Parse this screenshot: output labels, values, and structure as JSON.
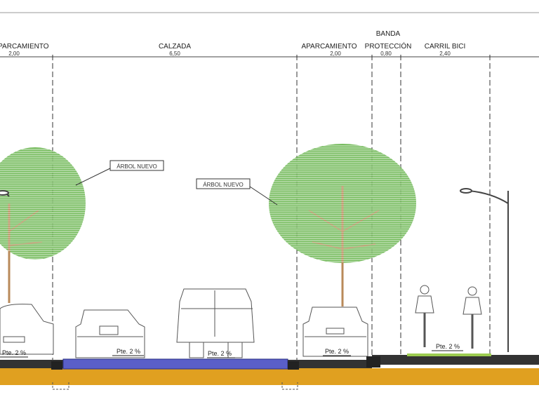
{
  "sections": [
    {
      "name": "APARCAMIENTO",
      "width": "2,00"
    },
    {
      "name": "CALZADA",
      "width": "6,50"
    },
    {
      "name": "APARCAMIENTO",
      "width": "2,00"
    },
    {
      "name_line1": "BANDA",
      "name": "PROTECCIÓN",
      "width": "0,80"
    },
    {
      "name": "CARRIL BICI",
      "width": "2,40"
    }
  ],
  "tree_labels": [
    "ÁRBOL NUEVO",
    "ÁRBOL NUEVO"
  ],
  "slope_labels": [
    "Pte. 2 %",
    "Pte. 2 %",
    "Pte. 2 %",
    "Pte. 2 %",
    "Pte. 2 %"
  ],
  "colors": {
    "tree": "#5fb043",
    "trunk": "#b98a5a",
    "asphalt": "#5a5fc8",
    "subbase": "#e0a020",
    "pavement": "#333333",
    "bike_lane": "#9ccc50"
  }
}
